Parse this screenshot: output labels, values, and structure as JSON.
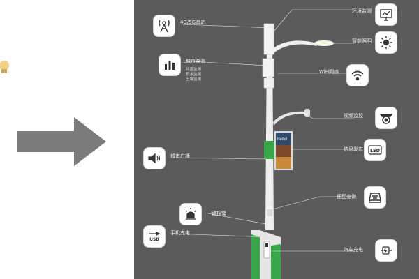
{
  "diagram": {
    "features": [
      {
        "id": "base-station",
        "label": "4G/5G基站",
        "icon": "antenna-icon"
      },
      {
        "id": "env",
        "label": "环境监测",
        "icon": "monitor-icon"
      },
      {
        "id": "city-monitor",
        "label": "城市监测",
        "icon": "bar-chart-icon",
        "subitems": [
          "井盖监测",
          "积水监测",
          "土壤监测"
        ]
      },
      {
        "id": "lighting",
        "label": "智能照明",
        "icon": "sun-icon"
      },
      {
        "id": "wifi",
        "label": "WiFi网络",
        "icon": "wifi-icon"
      },
      {
        "id": "video",
        "label": "视频监控",
        "icon": "camera-icon"
      },
      {
        "id": "broadcast",
        "label": "城市广播",
        "icon": "speaker-icon"
      },
      {
        "id": "info",
        "label": "信息发布",
        "icon": "led-icon",
        "icon_text": "LED"
      },
      {
        "id": "query",
        "label": "便民查询",
        "icon": "kiosk-icon"
      },
      {
        "id": "alarm",
        "label": "一键报警",
        "icon": "siren-icon"
      },
      {
        "id": "phone-charge",
        "label": "手机充电",
        "icon": "usb-icon",
        "icon_text": "USB"
      },
      {
        "id": "car-charge",
        "label": "汽车充电",
        "icon": "charger-icon"
      }
    ],
    "screen_text": "Hello!"
  },
  "colors": {
    "panel": "#5b5b5b",
    "accent_green": "#3aa64a",
    "arrow": "#7b7b7b"
  }
}
